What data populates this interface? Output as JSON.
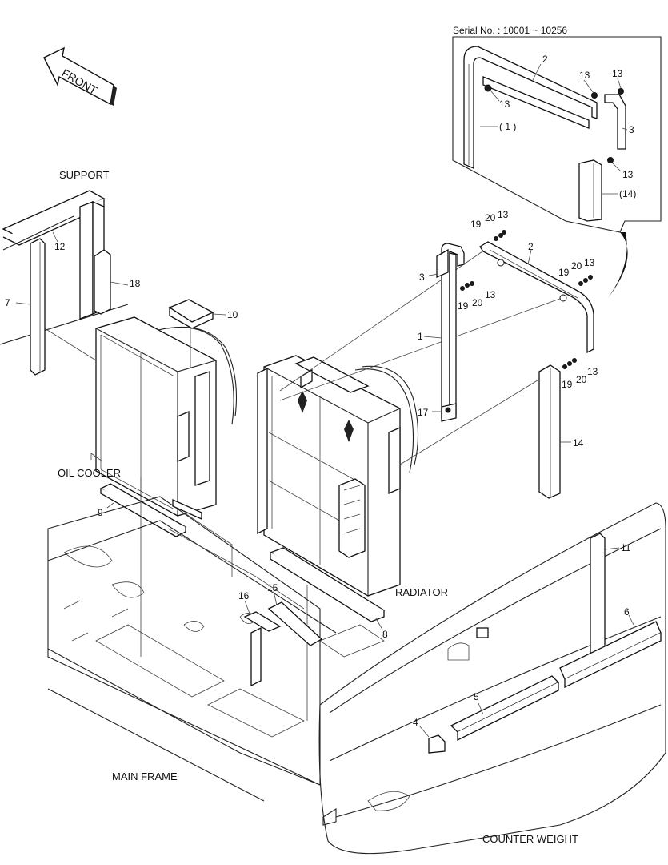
{
  "inset": {
    "serial": "Serial No. : 10001 ~ 10256"
  },
  "front_label": "FRONT",
  "captions": {
    "support": "SUPPORT",
    "oil_cooler": "OIL COOLER",
    "radiator": "RADIATOR",
    "main_frame": "MAIN FRAME",
    "counter_weight": "COUNTER WEIGHT"
  },
  "callouts": {
    "inset_2": "2",
    "inset_13a": "13",
    "inset_13b": "13",
    "inset_13c": "13",
    "inset_1": "( 1 )",
    "inset_3": "3",
    "inset_13d": "13",
    "inset_14": "(14)",
    "c12": "12",
    "c7": "7",
    "c18": "18",
    "c10": "10",
    "c9": "9",
    "c19a": "19",
    "c20a": "20",
    "c13a": "13",
    "c2": "2",
    "c19b": "19",
    "c20b": "20",
    "c13b": "13",
    "c3": "3",
    "c19c": "19",
    "c20c": "20",
    "c13c": "13",
    "c1": "1",
    "c17": "17",
    "c19d": "19",
    "c20d": "20",
    "c13d": "13",
    "c14": "14",
    "c11": "11",
    "c6": "6",
    "c15": "15",
    "c16": "16",
    "c8": "8",
    "c5": "5",
    "c4": "4"
  }
}
